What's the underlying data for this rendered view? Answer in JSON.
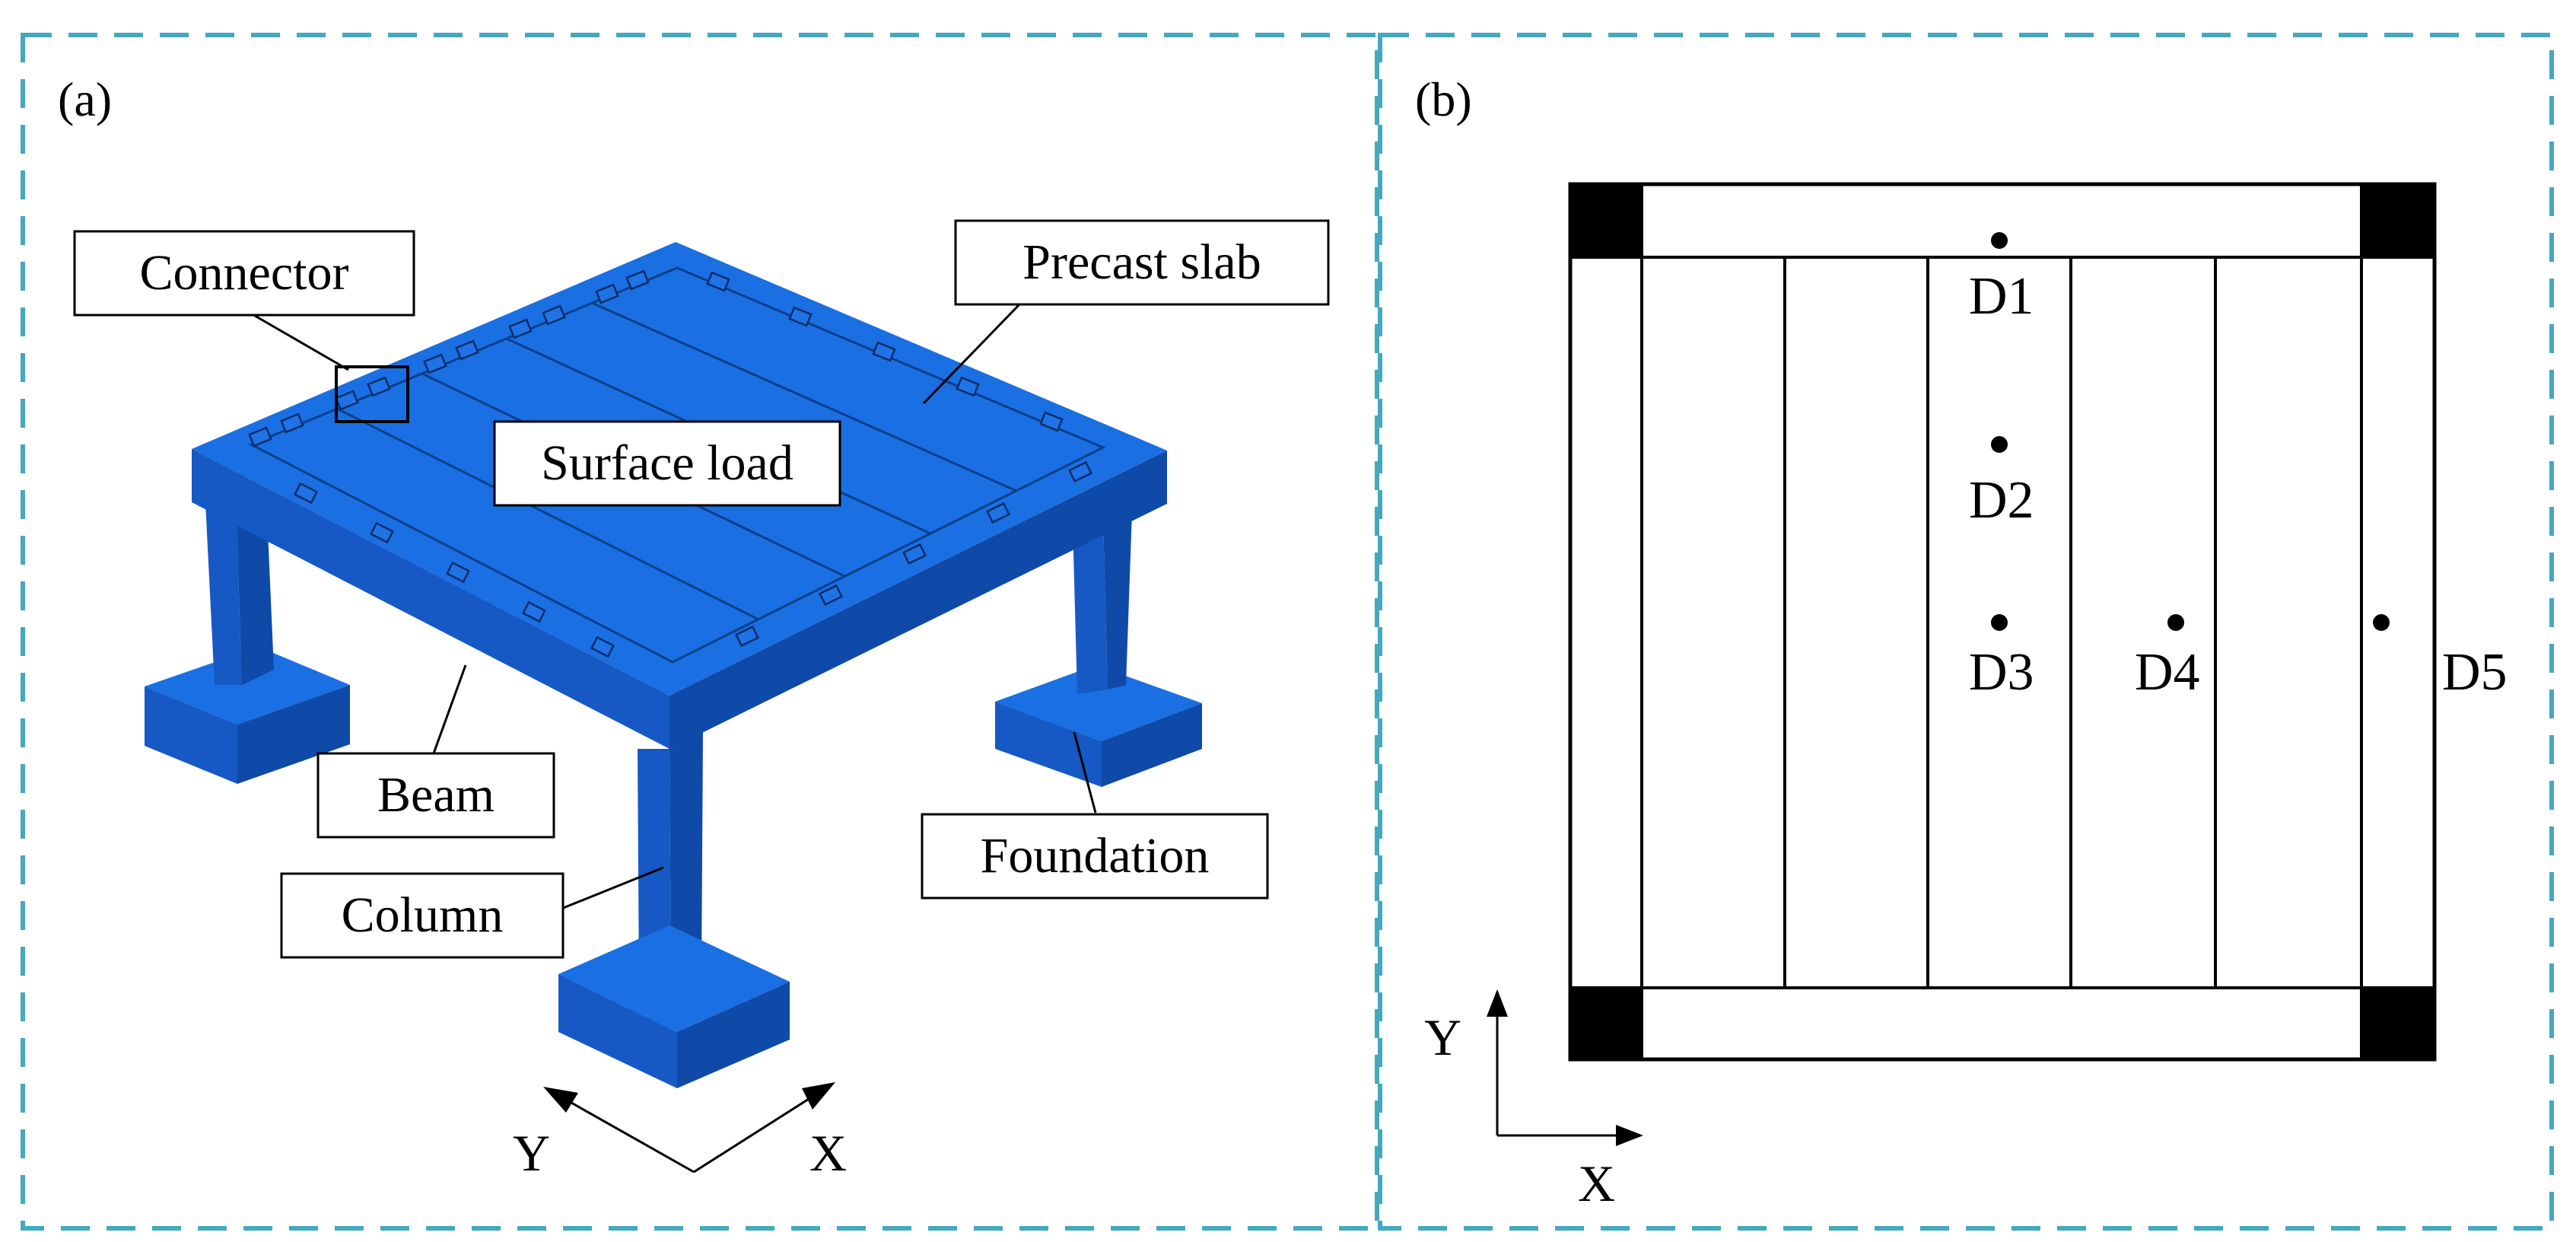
{
  "colors": {
    "frame": "#44a8bf",
    "model_top": "#1a6fe3",
    "model_front": "#1659c4",
    "model_side": "#0f4aa8",
    "ink": "#000000"
  },
  "panel_a": {
    "letter": "(a)",
    "labels": {
      "connector": "Connector",
      "precast_slab": "Precast slab",
      "surface_load": "Surface load",
      "beam": "Beam",
      "column": "Column",
      "foundation": "Foundation"
    },
    "axes": {
      "x": "X",
      "y": "Y"
    }
  },
  "panel_b": {
    "letter": "(b)",
    "points": {
      "d1": "D1",
      "d2": "D2",
      "d3": "D3",
      "d4": "D4",
      "d5": "D5"
    },
    "axes": {
      "x": "X",
      "y": "Y"
    }
  }
}
